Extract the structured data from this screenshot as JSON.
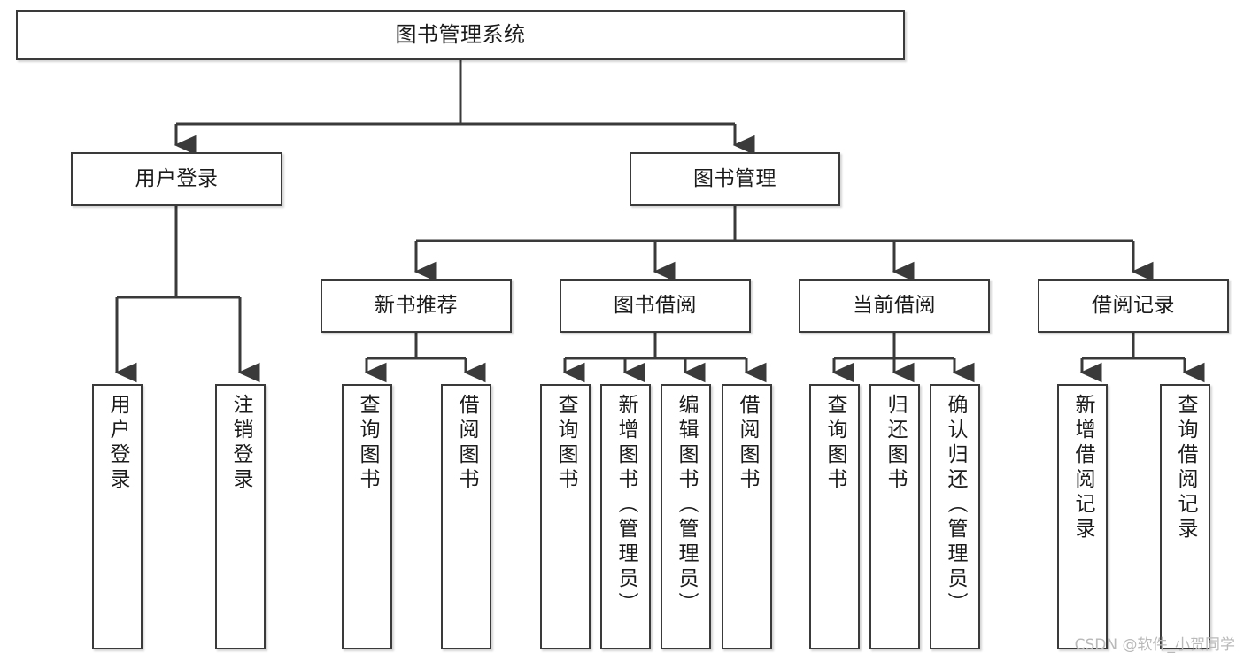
{
  "diagram": {
    "title": "图书管理系统",
    "type": "hierarchy-tree",
    "watermark": "CSDN @软件_小贺同学",
    "colors": {
      "box_border": "#3a3a3a",
      "box_fill": "#ffffff",
      "connector": "#3a3a3a",
      "text": "#1b1b1b",
      "watermark": "#b9b9b9"
    }
  },
  "nodes": {
    "root": {
      "label": "图书管理系统"
    },
    "tier1": [
      {
        "label": "用户登录"
      },
      {
        "label": "图书管理"
      }
    ],
    "tier2": [
      {
        "label": "新书推荐"
      },
      {
        "label": "图书借阅"
      },
      {
        "label": "当前借阅"
      },
      {
        "label": "借阅记录"
      }
    ],
    "leaves": {
      "user_login": [
        {
          "label": "用户登录"
        },
        {
          "label": "注销登录"
        }
      ],
      "new_book_recommend": [
        {
          "label": "查询图书"
        },
        {
          "label": "借阅图书"
        }
      ],
      "book_borrow": [
        {
          "label": "查询图书"
        },
        {
          "label": "新增图书（管理员）"
        },
        {
          "label": "编辑图书（管理员）"
        },
        {
          "label": "借阅图书"
        }
      ],
      "current_borrow": [
        {
          "label": "查询图书"
        },
        {
          "label": "归还图书"
        },
        {
          "label": "确认归还（管理员）"
        }
      ],
      "borrow_record": [
        {
          "label": "新增借阅记录"
        },
        {
          "label": "查询借阅记录"
        }
      ]
    }
  }
}
